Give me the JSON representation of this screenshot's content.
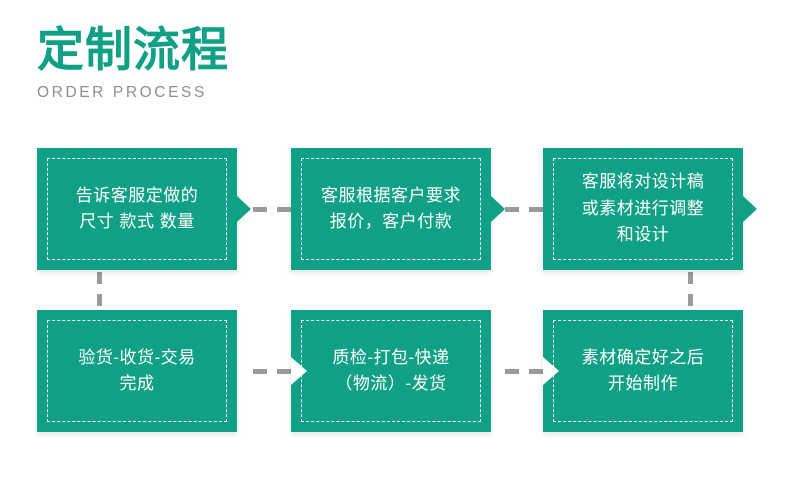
{
  "header": {
    "title": "定制流程",
    "subtitle": "ORDER PROCESS"
  },
  "colors": {
    "brand_teal": "#0fa085",
    "connector_gray": "#9a9a9a",
    "subtitle_gray": "#8e8e8e",
    "background": "#ffffff",
    "inner_border": "#ffffff"
  },
  "flow": {
    "rows": [
      {
        "direction": "left-to-right",
        "steps": [
          {
            "index": 1,
            "text": "告诉客服定做的\n尺寸 款式 数量"
          },
          {
            "index": 2,
            "text": "客服根据客户要求\n报价，客户付款"
          },
          {
            "index": 3,
            "text": "客服将对设计稿\n或素材进行调整\n和设计"
          }
        ]
      },
      {
        "direction": "right-to-left",
        "steps": [
          {
            "index": 6,
            "text": "验货-收货-交易\n完成"
          },
          {
            "index": 5,
            "text": "质检-打包-快递\n（物流）-发货"
          },
          {
            "index": 4,
            "text": "素材确定好之后\n开始制作"
          }
        ]
      }
    ]
  }
}
